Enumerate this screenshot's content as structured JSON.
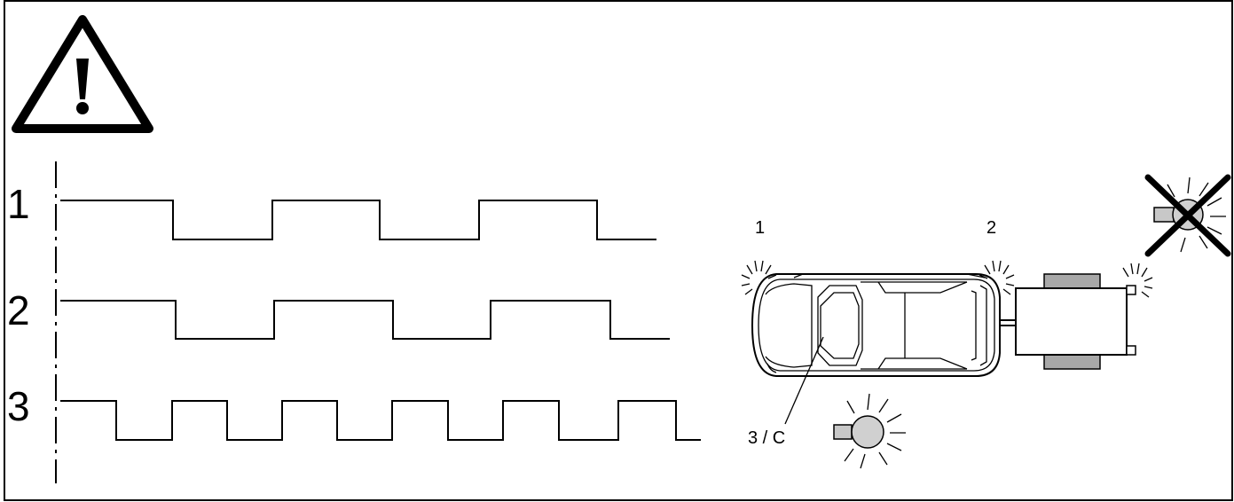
{
  "signals": [
    {
      "label": "1",
      "pattern": "normal"
    },
    {
      "label": "2",
      "pattern": "normal"
    },
    {
      "label": "3",
      "pattern": "fast"
    }
  ],
  "vehicle_labels": {
    "car_front": "1",
    "car_rear": "2",
    "indicator": "3 / C"
  },
  "icons": {
    "warning": "warning-triangle-icon",
    "lamp_off": "lamp-crossed-icon",
    "lamp_on": "lamp-lit-icon"
  }
}
